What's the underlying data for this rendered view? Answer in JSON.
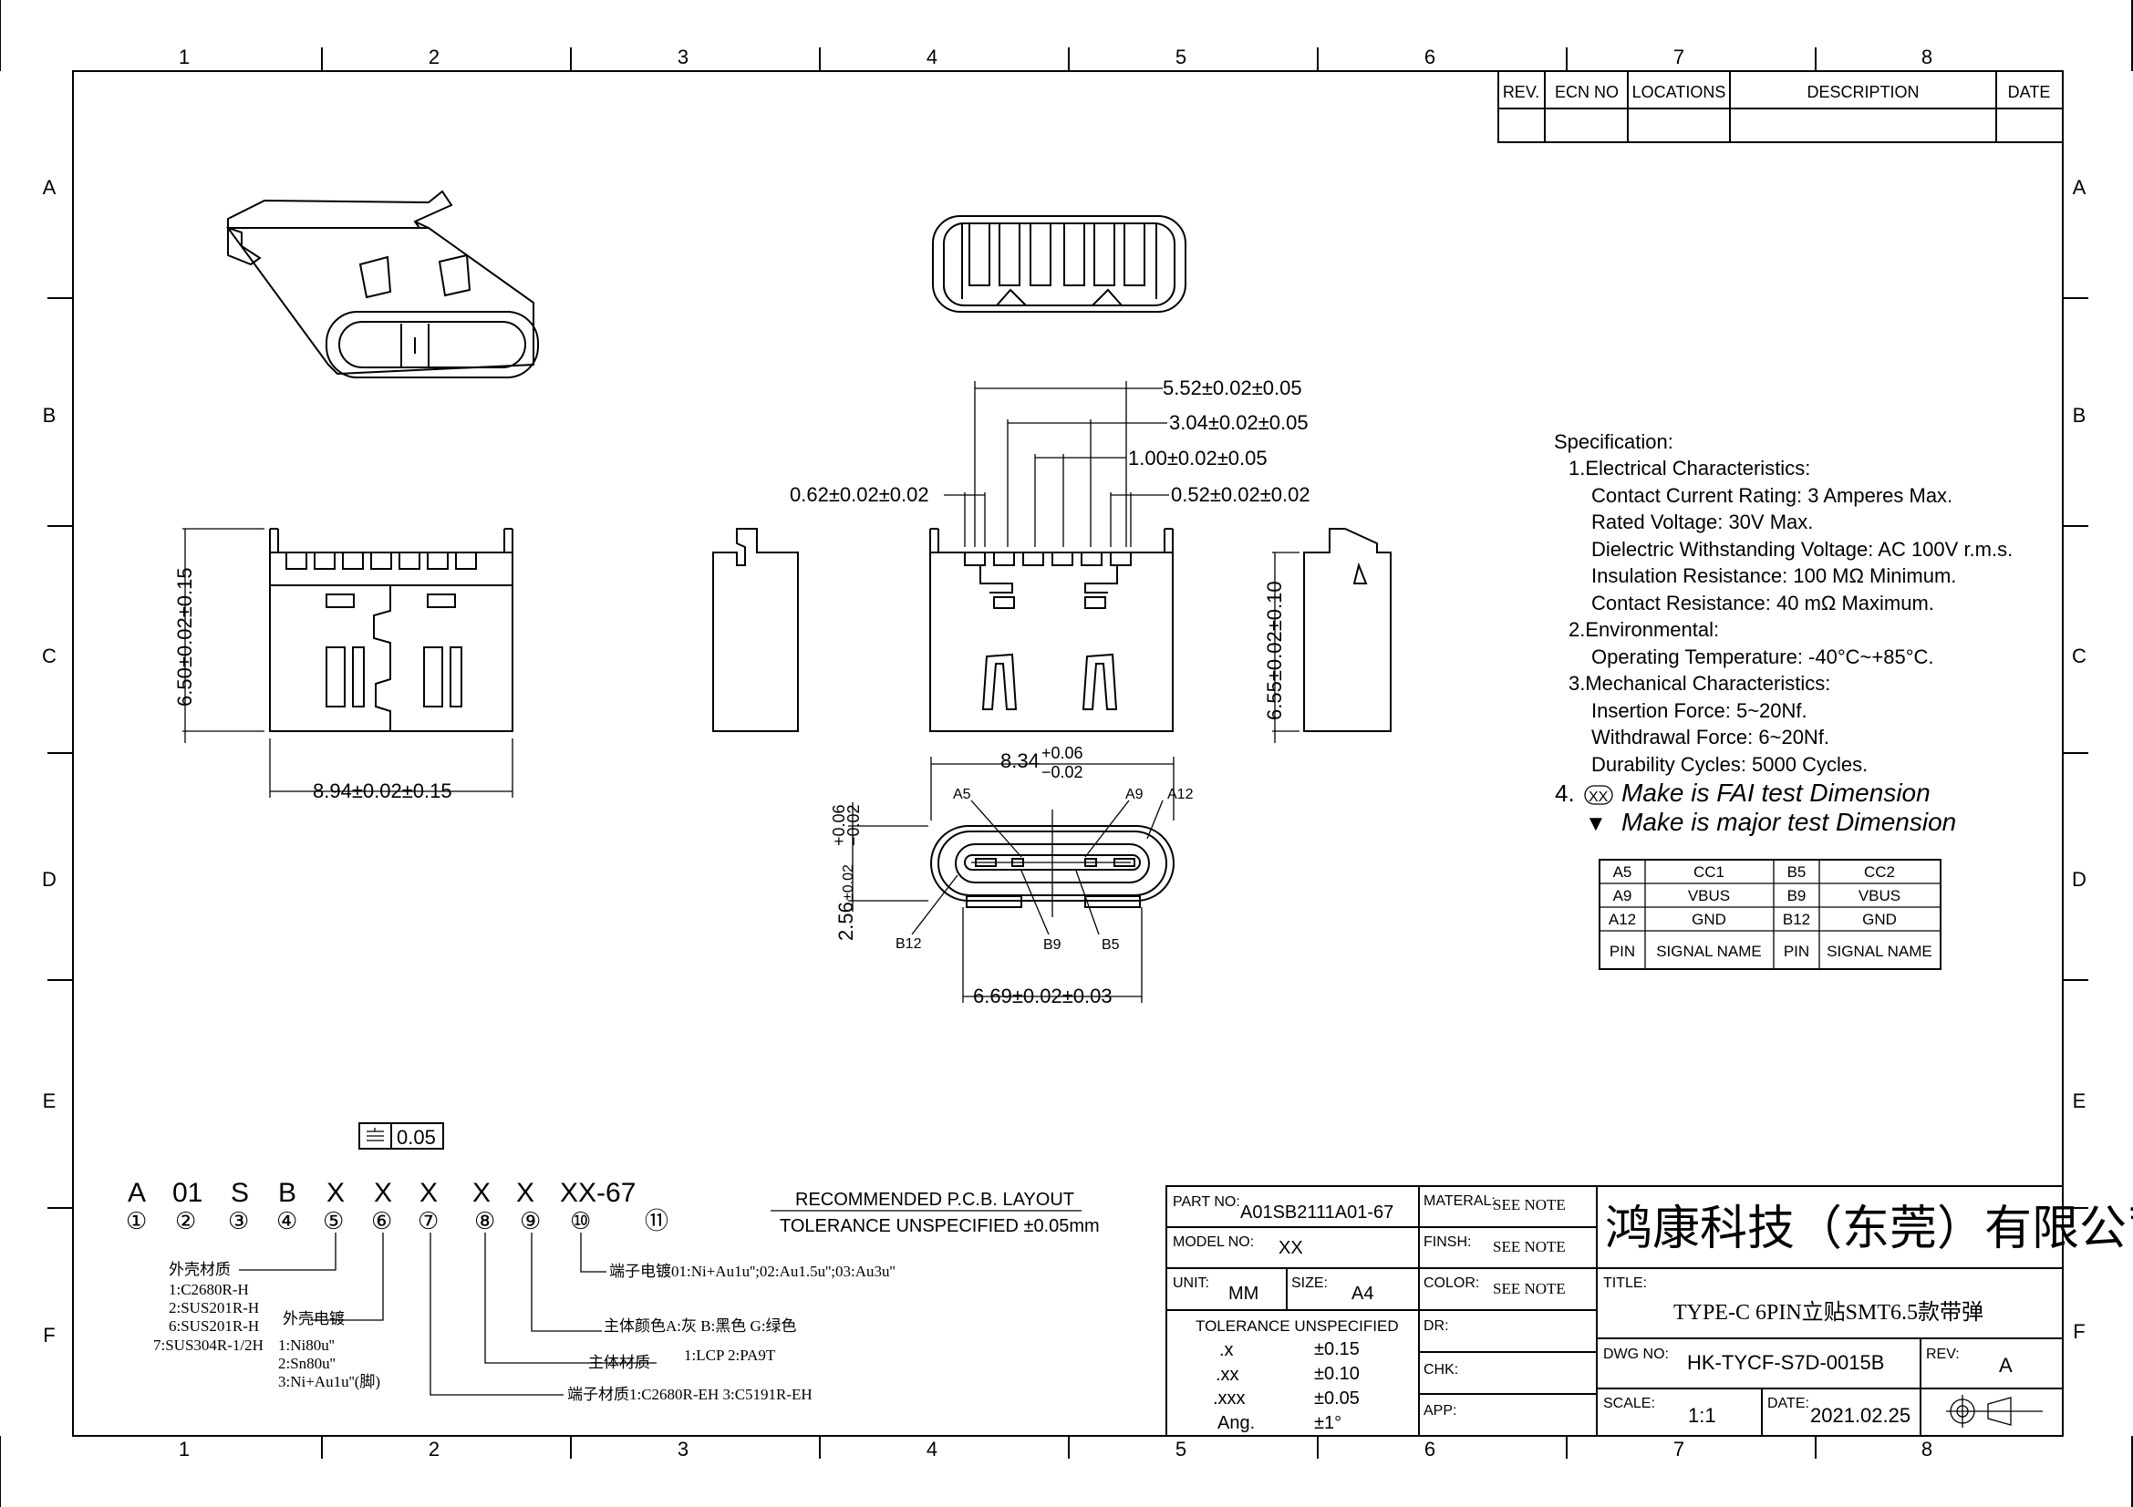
{
  "frame": {
    "columns": [
      "1",
      "2",
      "3",
      "4",
      "5",
      "6",
      "7",
      "8"
    ],
    "rows": [
      "A",
      "B",
      "C",
      "D",
      "E",
      "F"
    ]
  },
  "revision_table": {
    "headers": [
      "REV.",
      "ECN NO",
      "LOCATIONS",
      "DESCRIPTION",
      "DATE"
    ]
  },
  "dimensions": {
    "d552": "5.52±0.02±0.05",
    "d304": "3.04±0.02±0.05",
    "d100": "1.00±0.02±0.05",
    "d062": "0.62±0.02±0.02",
    "d052": "0.52±0.02±0.02",
    "d650": "6.50±0.02±0.15",
    "d655": "6.55±0.02±0.10",
    "d894": "8.94±0.02±0.15",
    "d834": "8.34",
    "d834_plus": "+0.06",
    "d834_minus": "−0.02",
    "d256": "2.56",
    "d256_tol": "±0.02",
    "d256_plus": "+0.06",
    "d256_minus": "−0.02",
    "d669": "6.69±0.02±0.03"
  },
  "pin_callouts": {
    "a5": "A5",
    "a9": "A9",
    "a12": "A12",
    "b12": "B12",
    "b9": "B9",
    "b5": "B5"
  },
  "specification": {
    "title": "Specification:",
    "lines": [
      "1.Electrical Characteristics:",
      "Contact Current Rating: 3 Amperes Max.",
      "Rated Voltage:   30V Max.",
      "Dielectric Withstanding Voltage: AC 100V r.m.s.",
      "Insulation Resistance: 100 MΩ Minimum.",
      "Contact Resistance: 40 mΩ Maximum.",
      "2.Environmental:",
      "Operating Temperature: -40°C~+85°C.",
      "3.Mechanical Characteristics:",
      "Insertion Force: 5~20Nf.",
      "Withdrawal Force: 6~20Nf.",
      "Durability Cycles:  5000 Cycles."
    ],
    "note4_num": "4.",
    "note4_mark": "XX",
    "note4_text": "Make is FAI test Dimension",
    "note5_mark": "▼",
    "note5_text": "Make is major test Dimension"
  },
  "pin_table": {
    "rows": [
      [
        "A5",
        "CC1",
        "B5",
        "CC2"
      ],
      [
        "A9",
        "VBUS",
        "B9",
        "VBUS"
      ],
      [
        "A12",
        "GND",
        "B12",
        "GND"
      ],
      [
        "PIN",
        "SIGNAL NAME",
        "PIN",
        "SIGNAL NAME"
      ]
    ]
  },
  "flatness": {
    "value": "0.05"
  },
  "part_code": {
    "chars": [
      "A",
      "01",
      "S",
      "B",
      "X",
      "X",
      "X",
      "X",
      "X",
      "XX-67"
    ],
    "nums": [
      "①",
      "②",
      "③",
      "④",
      "⑤",
      "⑥",
      "⑦",
      "⑧",
      "⑨",
      "⑩",
      "⑪"
    ],
    "shell_material": {
      "title": "外壳材质",
      "options": [
        "1:C2680R-H",
        "2:SUS201R-H",
        "6:SUS201R-H",
        "7:SUS304R-1/2H"
      ]
    },
    "shell_plating": {
      "title": "外壳电镀",
      "options": [
        "1:Ni80u''",
        "2:Sn80u''",
        "3:Ni+Au1u''(脚)"
      ]
    },
    "terminal_plating": "端子电镀01:Ni+Au1u'';02:Au1.5u'';03:Au3u''",
    "body_color": "主体颜色A:灰  B:黑色  G:绿色",
    "body_material_title": "主体材质",
    "body_material_options": "1:LCP  2:PA9T",
    "terminal_material": "端子材质1:C2680R-EH  3:C5191R-EH"
  },
  "pcb_note": {
    "line1": "RECOMMENDED  P.C.B. LAYOUT",
    "line2": "TOLERANCE  UNSPECIFIED  ±0.05mm"
  },
  "title_block": {
    "part_no_label": "PART NO:",
    "part_no": "A01SB2111A01-67",
    "model_no_label": "MODEL NO:",
    "model_no": "XX",
    "unit_label": "UNIT:",
    "unit": "MM",
    "size_label": "SIZE:",
    "size": "A4",
    "tolerance_title": "TOLERANCE  UNSPECIFIED",
    "tolerances": [
      [
        ".x",
        "±0.15"
      ],
      [
        ".xx",
        "±0.10"
      ],
      [
        ".xxx",
        "±0.05"
      ],
      [
        "Ang.",
        "±1°"
      ]
    ],
    "material_label": "MATERAL:",
    "material": "SEE NOTE",
    "finish_label": "FINSH:",
    "finish": "SEE NOTE",
    "color_label": "COLOR:",
    "color": "SEE NOTE",
    "dr_label": "DR:",
    "chk_label": "CHK:",
    "app_label": "APP:",
    "company": "鸿康科技（东莞）有限公司",
    "title_label": "TITLE:",
    "title": "TYPE-C 6PIN立贴SMT6.5款带弹",
    "dwg_label": "DWG NO:",
    "dwg_no": "HK-TYCF-S7D-0015B",
    "rev_label": "REV:",
    "rev": "A",
    "scale_label": "SCALE:",
    "scale": "1:1",
    "date_label": "DATE:",
    "date": "2021.02.25"
  }
}
